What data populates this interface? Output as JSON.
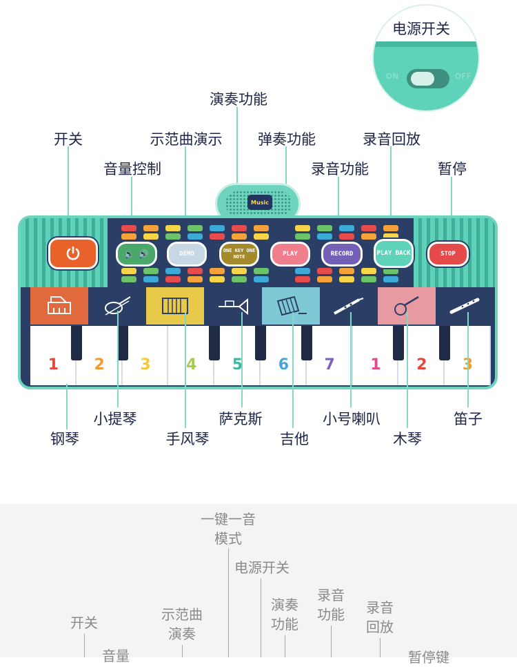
{
  "power_inset": {
    "title": "电源开关",
    "on_text": "ON",
    "off_text": "OFF"
  },
  "top_labels": {
    "perform": "演奏功能",
    "switch": "开关",
    "demo": "示范曲演示",
    "play": "弹奏功能",
    "playback": "录音回放",
    "volume": "音量控制",
    "record": "录音功能",
    "pause": "暂停"
  },
  "mat": {
    "speaker_logo": "Music",
    "buttons": {
      "demo": "DEMO",
      "one_key": "ONE KEY ONE NOTE",
      "play": "PLAY",
      "record": "RECORD",
      "play_back": "PLAY BACK",
      "stop": "STOP"
    },
    "key_numbers": [
      "1",
      "2",
      "3",
      "4",
      "5",
      "6",
      "7",
      "1",
      "2",
      "3"
    ],
    "key_colors": [
      "#e5483b",
      "#f39b2f",
      "#f6c83a",
      "#a7cc4a",
      "#3cb7a0",
      "#4aa3dc",
      "#7b5fc2",
      "#e04b8b",
      "#e5483b",
      "#f39b2f"
    ]
  },
  "instrument_labels": {
    "piano": "钢琴",
    "violin": "小提琴",
    "accordion": "手风琴",
    "sax": "萨克斯",
    "guitar": "吉他",
    "trumpet": "小号喇叭",
    "xylophone": "木琴",
    "flute": "笛子"
  },
  "bottom_labels": {
    "one_key": "一键一音\n模式",
    "power": "电源开关",
    "switch": "开关",
    "demo": "示范曲\n演奏",
    "perform": "演奏\n功能",
    "record": "录音\n功能",
    "playback": "录音\n回放",
    "volume": "音量",
    "pause": "暂停键"
  }
}
